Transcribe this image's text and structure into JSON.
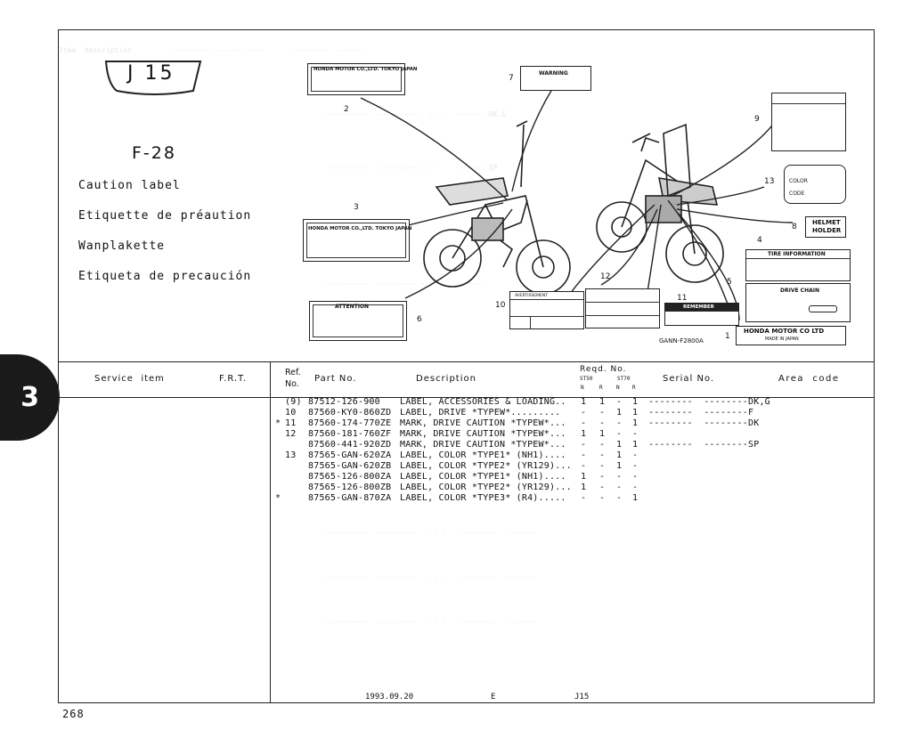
{
  "section_tab": "3",
  "page_number": "268",
  "header": {
    "model_code": "J 15",
    "figure": "F-28",
    "titles": [
      "Caution label",
      "Etiquette de préaution",
      "Wanplakette",
      "Etiqueta de precaución"
    ]
  },
  "illustration": {
    "drawing_code": "GANN-F2800A",
    "callouts": [
      "1",
      "2",
      "3",
      "4",
      "5",
      "6",
      "7",
      "8",
      "9",
      "10",
      "11",
      "12",
      "13"
    ],
    "label_texts": {
      "honda_plate": "HONDA MOTOR CO.,LTD. TOKYO JAPAN",
      "warning": "WARNING",
      "attention": "ATTENTION",
      "avertissement": "AVERTISSEMENT",
      "remember": "REMEMBER",
      "color": "COLOR",
      "code": "CODE",
      "helmet": "HELMET",
      "holder": "HOLDER",
      "tire_info": "TIRE INFORMATION",
      "drive_chain": "DRIVE CHAIN",
      "honda_logo": "HONDA MOTOR CO LTD",
      "made_in_japan": "MADE IN JAPAN"
    }
  },
  "table": {
    "headers": {
      "service_item": "Service  item",
      "frt": "F.R.T.",
      "ref_no_1": "Ref.",
      "ref_no_2": "No.",
      "part_no": "Part No.",
      "description": "Description",
      "reqd_no": "Reqd. No.",
      "st50": "ST50",
      "st70": "ST70",
      "sub_n1": "N",
      "sub_r1": "R",
      "sub_n2": "N",
      "sub_r2": "R",
      "serial_no": "Serial No.",
      "area_code": "Area  code"
    },
    "rows": [
      {
        "mark": "",
        "ref": "(9)",
        "part": "87512-126-900",
        "desc": "LABEL, ACCESSORIES & LOADING..",
        "q1": "1",
        "q2": "1",
        "q3": "-",
        "q4": "1",
        "serial": "--------  --------",
        "area": "DK,G"
      },
      {
        "mark": "",
        "ref": "10",
        "part": "87560-KY0-860ZD",
        "desc": "LABEL, DRIVE *TYPEW*.........",
        "q1": "-",
        "q2": "-",
        "q3": "1",
        "q4": "1",
        "serial": "--------  --------",
        "area": "F"
      },
      {
        "mark": "*",
        "ref": "11",
        "part": "87560-174-770ZE",
        "desc": "MARK, DRIVE CAUTION *TYPEW*...",
        "q1": "-",
        "q2": "-",
        "q3": "-",
        "q4": "1",
        "serial": "--------  --------",
        "area": "DK"
      },
      {
        "mark": "",
        "ref": "12",
        "part": "87560-181-760ZF",
        "desc": "MARK, DRIVE CAUTION *TYPEW*...",
        "q1": "1",
        "q2": "1",
        "q3": "-",
        "q4": "-",
        "serial": "",
        "area": ""
      },
      {
        "mark": "",
        "ref": "",
        "part": "87560-441-920ZD",
        "desc": "MARK, DRIVE CAUTION *TYPEW*...",
        "q1": "-",
        "q2": "-",
        "q3": "1",
        "q4": "1",
        "serial": "--------  --------",
        "area": "SP"
      },
      {
        "mark": "",
        "ref": "13",
        "part": "87565-GAN-620ZA",
        "desc": "LABEL, COLOR *TYPE1* (NH1)....",
        "q1": "-",
        "q2": "-",
        "q3": "1",
        "q4": "-",
        "serial": "",
        "area": ""
      },
      {
        "mark": "",
        "ref": "",
        "part": "87565-GAN-620ZB",
        "desc": "LABEL, COLOR *TYPE2* (YR129)...",
        "q1": "-",
        "q2": "-",
        "q3": "1",
        "q4": "-",
        "serial": "",
        "area": ""
      },
      {
        "mark": "",
        "ref": "",
        "part": "87565-126-800ZA",
        "desc": "LABEL, COLOR *TYPE1* (NH1)....",
        "q1": "1",
        "q2": "-",
        "q3": "-",
        "q4": "-",
        "serial": "",
        "area": ""
      },
      {
        "mark": "",
        "ref": "",
        "part": "87565-126-800ZB",
        "desc": "LABEL, COLOR *TYPE2* (YR129)...",
        "q1": "1",
        "q2": "-",
        "q3": "-",
        "q4": "-",
        "serial": "",
        "area": ""
      },
      {
        "mark": "*",
        "ref": "",
        "part": "87565-GAN-870ZA",
        "desc": "LABEL, COLOR *TYPE3* (R4).....",
        "q1": "-",
        "q2": "-",
        "q3": "-",
        "q4": "1",
        "serial": "",
        "area": ""
      }
    ]
  },
  "footer": {
    "date": "1993.09.20",
    "edition": "E",
    "model": "J15"
  }
}
